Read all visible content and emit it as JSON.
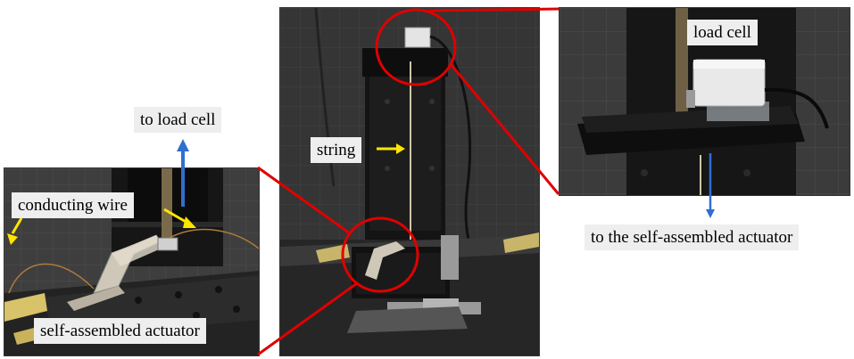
{
  "labels": {
    "to_load_cell": "to load cell",
    "conducting_wire": "conducting wire",
    "self_assembled_actuator": "self-assembled actuator",
    "string": "string",
    "load_cell": "load cell",
    "to_actuator": "to the self-assembled actuator"
  },
  "colors": {
    "callout": "#e00000",
    "arrow_blue": "#2f6fd0",
    "arrow_yellow": "#ffe600",
    "label_bg": "#eeeeee"
  }
}
